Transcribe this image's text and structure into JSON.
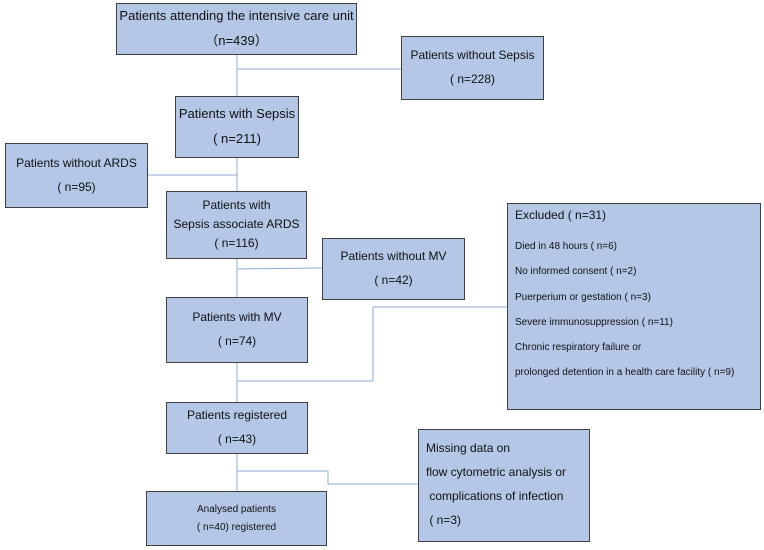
{
  "boxes": {
    "attending": {
      "lines": [
        "Patients attending the intensive care unit",
        "（n=439）"
      ]
    },
    "no_sepsis": {
      "lines": [
        "Patients without Sepsis",
        "( n=228)"
      ]
    },
    "sepsis": {
      "lines": [
        "Patients with Sepsis",
        "( n=211)"
      ]
    },
    "no_ards": {
      "lines": [
        "Patients without ARDS",
        "( n=95)"
      ]
    },
    "ards": {
      "lines": [
        "Patients with",
        "Sepsis associate ARDS",
        "( n=116)"
      ]
    },
    "no_mv": {
      "lines": [
        "Patients without MV",
        "( n=42)"
      ]
    },
    "mv": {
      "lines": [
        "Patients with  MV",
        "( n=74)"
      ]
    },
    "registered": {
      "lines": [
        "Patients registered",
        "( n=43)"
      ]
    },
    "analysed": {
      "lines": [
        "Analysed patients",
        "( n=40) registered"
      ]
    },
    "excluded": {
      "title": "Excluded ( n=31)",
      "items": [
        "Died in 48 hours ( n=6)",
        "No informed consent ( n=2)",
        "Puerperium or gestation ( n=3)",
        "Severe immunosuppression ( n=11)",
        "Chronic respiratory failure or",
        "prolonged detention in a health care facility ( n=9)"
      ]
    },
    "missing": {
      "lines": [
        "Missing data on",
        "flow cytometric analysis or",
        " complications of infection",
        " ( n=3)"
      ]
    }
  },
  "colors": {
    "box_fill": "#b4c7e7",
    "box_border": "#404040",
    "connector": "#8eaadb"
  }
}
